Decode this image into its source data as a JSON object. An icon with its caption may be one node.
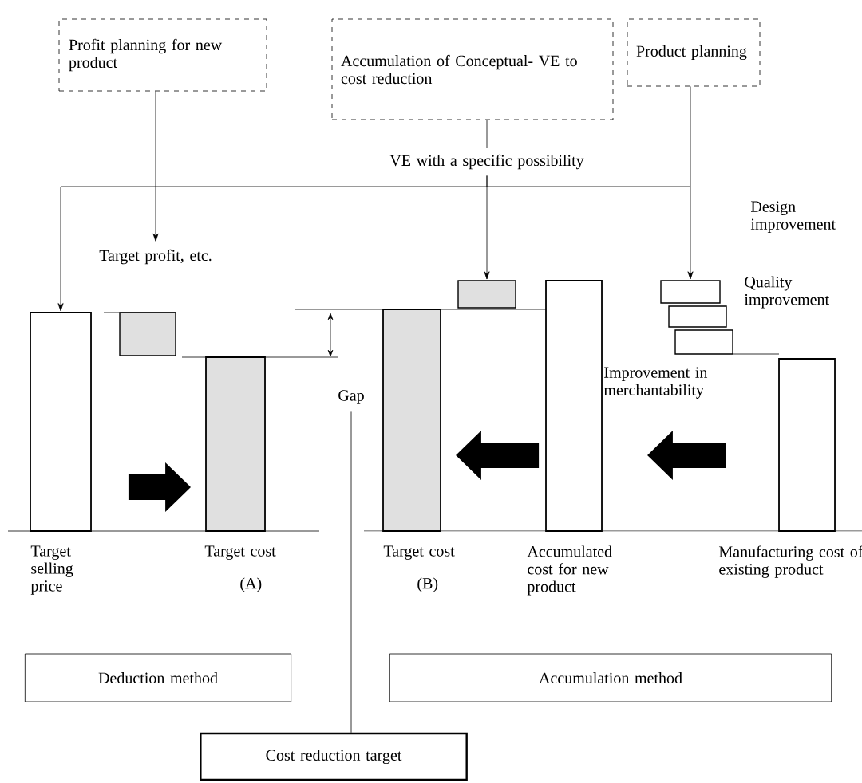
{
  "diagram": {
    "nodes": [
      {
        "text": [
          "Profit planning for new product"
        ]
      },
      {
        "text": [
          "Accumulation of Conceptual- VE to cost reduction"
        ]
      },
      {
        "text": [
          "Product planning"
        ]
      },
      {
        "text": [
          "VE with a specific possibility"
        ]
      },
      {
        "text": [
          "Target profit, etc."
        ]
      },
      {
        "text": [],
        "shape": "bar",
        "beside": [
          "Target selling price"
        ]
      },
      {
        "text": [],
        "shape": "box"
      },
      {
        "text": [],
        "shape": "bar",
        "beside": [
          "Target cost",
          "(A)"
        ]
      },
      {
        "text": [
          "Gap"
        ]
      },
      {
        "text": [],
        "shape": "bar",
        "beside": [
          "Target cost",
          "(B)"
        ]
      },
      {
        "text": [],
        "shape": "box"
      },
      {
        "text": [],
        "shape": "bar",
        "beside": [
          "Accumulated cost for new product"
        ]
      },
      {
        "text": [],
        "shape": "box"
      },
      {
        "text": [],
        "shape": "box"
      },
      {
        "text": [],
        "shape": "box"
      },
      {
        "text": [],
        "shape": "bar",
        "beside": [
          "Manufacturing cost of existing product"
        ]
      },
      {
        "text": [
          "Deduction method"
        ]
      },
      {
        "text": [
          "Accumulation method"
        ]
      },
      {
        "text": [
          "Cost reduction target"
        ]
      }
    ],
    "edges": [
      {
        "from": 0,
        "to": 4,
        "arrow": "to"
      },
      {
        "from": 1,
        "to": 3,
        "arrow": "none"
      },
      {
        "from": 3,
        "to": 5,
        "arrow": "to"
      },
      {
        "from": 3,
        "to": 10,
        "arrow": "to"
      },
      {
        "from": 2,
        "to": 12,
        "arrow": "to"
      },
      {
        "from": 5,
        "to": 7,
        "arrow": "to",
        "style": "thick"
      },
      {
        "from": 11,
        "to": 9,
        "arrow": "to",
        "style": "thick"
      },
      {
        "from": 15,
        "to": 11,
        "arrow": "to",
        "style": "thick"
      },
      {
        "from": 8,
        "to": 18,
        "arrow": "none"
      }
    ],
    "labels": [
      "Design improvement",
      "Quality improvement",
      "Improvement in merchantability"
    ]
  }
}
